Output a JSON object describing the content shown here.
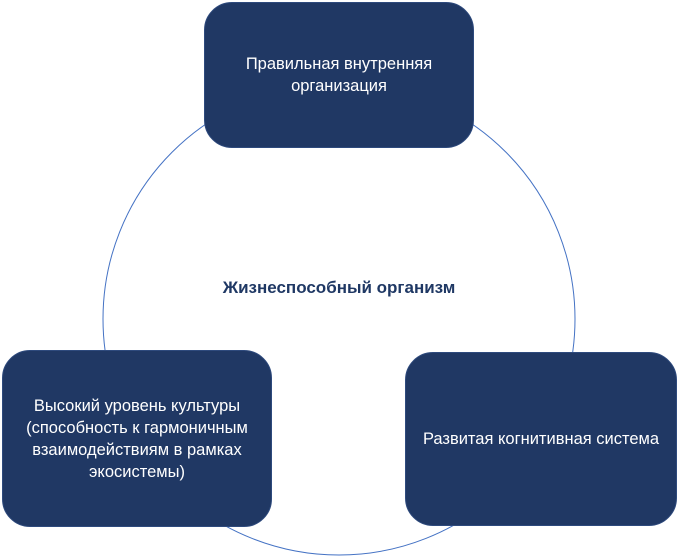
{
  "center_label": "Жизнеспособный организм",
  "nodes": [
    {
      "label": "Правильная внутренняя организация"
    },
    {
      "label": "Высокий уровень культуры (способность к гармоничным взаимодействиям в рамках экосистемы)"
    },
    {
      "label": "Развитая когнитивная система"
    }
  ],
  "colors": {
    "box_fill": "#203864",
    "ring": "#4472c4",
    "center_text": "#1f3864"
  }
}
